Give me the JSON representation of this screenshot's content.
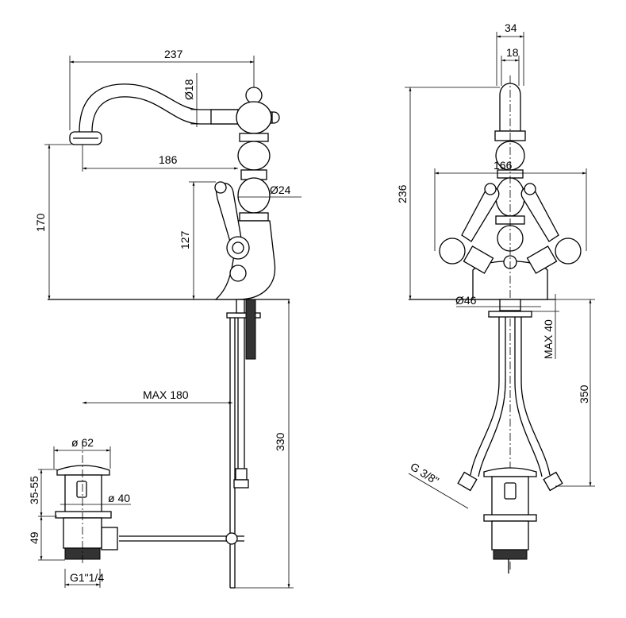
{
  "drawing": {
    "side_view": {
      "overall_width": "237",
      "spout_outlet_diameter": "Ø18",
      "spout_reach": "186",
      "body_diameter": "Ø24",
      "spout_height": "170",
      "handle_height": "127",
      "max_rod_distance": "MAX 180",
      "under_deck_length": "330"
    },
    "front_view": {
      "lever_width": "34",
      "lever_inner_width": "18",
      "handles_span": "166",
      "overall_height": "236",
      "base_diameter": "Ø46",
      "max_deck_thickness": "MAX 40",
      "hose_length": "350",
      "hose_connection": "G 3/8\""
    },
    "waste": {
      "flange_diameter": "ø 62",
      "inner_diameter": "ø 40",
      "plug_height": "35-55",
      "body_height": "49",
      "thread": "G1\"1/4"
    }
  }
}
